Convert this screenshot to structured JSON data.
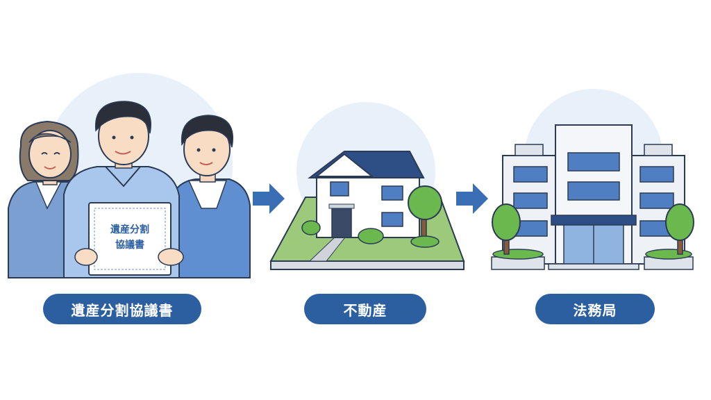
{
  "steps": [
    {
      "label": "遺産分割協議書"
    },
    {
      "label": "不動産"
    },
    {
      "label": "法務局"
    }
  ],
  "document": {
    "line1": "遺産分割",
    "line2": "協議書"
  },
  "colors": {
    "pill_bg": "#2c5fa0",
    "arrow": "#3a6fb5",
    "circle_bg": "#e8f0fa",
    "shirt_blue": "#6f9fd8",
    "roof_navy": "#2e4e86",
    "lawn": "#9cc97a",
    "tree_green": "#6bb84f"
  }
}
